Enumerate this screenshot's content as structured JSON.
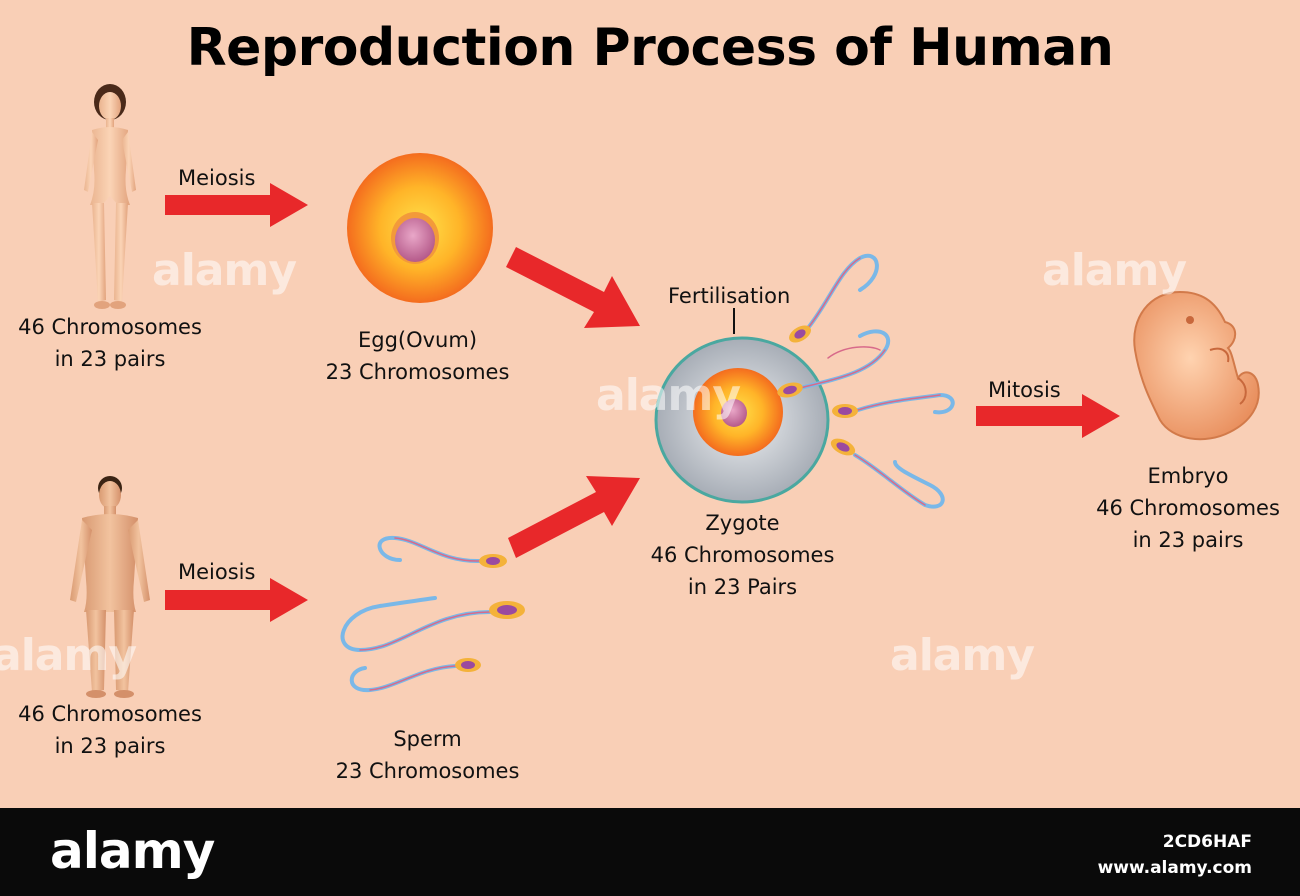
{
  "title": "Reproduction Process of Human",
  "female": {
    "label_line1": "46 Chromosomes",
    "label_line2": "in 23 pairs"
  },
  "male": {
    "label_line1": "46 Chromosomes",
    "label_line2": "in 23 pairs"
  },
  "arrows": {
    "meiosis_top": "Meiosis",
    "meiosis_bottom": "Meiosis",
    "mitosis": "Mitosis"
  },
  "egg": {
    "label_line1": "Egg(Ovum)",
    "label_line2": "23 Chromosomes"
  },
  "sperm": {
    "label_line1": "Sperm",
    "label_line2": "23 Chromosomes"
  },
  "fertilisation": "Fertilisation",
  "zygote": {
    "label_line1": "Zygote",
    "label_line2": "46 Chromosomes",
    "label_line3": "in 23 Pairs"
  },
  "embryo": {
    "label_line1": "Embryo",
    "label_line2": "46 Chromosomes",
    "label_line3": "in 23 pairs"
  },
  "watermark": "alamy",
  "footer": {
    "brand": "alamy",
    "image_id": "2CD6HAF",
    "url": "www.alamy.com"
  },
  "colors": {
    "background": "#f9cfb6",
    "arrow": "#e8282a",
    "footer": "#0a0a0a"
  }
}
